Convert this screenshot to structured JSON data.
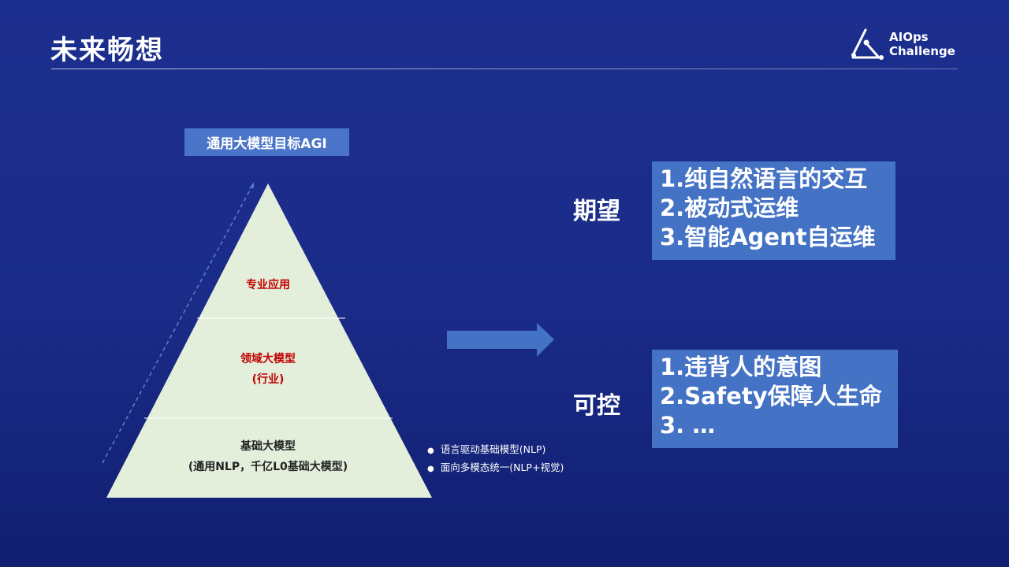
{
  "title": "未来畅想",
  "logo": {
    "line1": "AIOps",
    "line2": "Challenge"
  },
  "pyramid": {
    "goal": "通用大模型目标AGI",
    "top": "专业应用",
    "middle": [
      "领域大模型",
      "(行业)"
    ],
    "bottom": [
      "基础大模型",
      "(通用NLP，千亿L0基础大模型)"
    ]
  },
  "bullets": [
    "语言驱动基础模型(NLP)",
    "面向多模态统一(NLP+视觉)"
  ],
  "expect": {
    "label": "期望",
    "items": [
      "1.纯自然语言的交互",
      "2.被动式运维",
      "3.智能Agent自运维"
    ]
  },
  "control": {
    "label": "可控",
    "items": [
      "1.违背人的意图",
      "2.Safety保障人生命",
      "3. …"
    ]
  }
}
